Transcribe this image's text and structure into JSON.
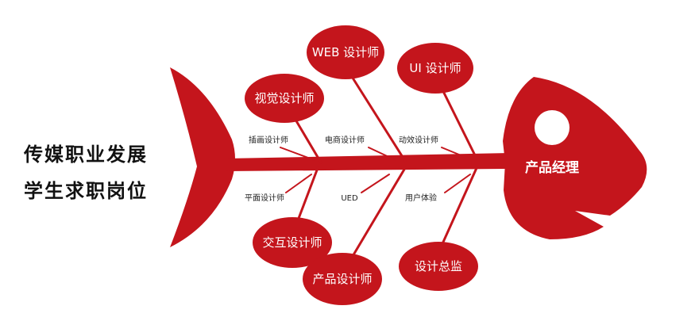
{
  "title": {
    "line1": "传媒职业发展",
    "line2": "学生求职岗位"
  },
  "colors": {
    "fish": "#c4151c",
    "text_dark": "#111111",
    "text_white": "#ffffff"
  },
  "head": {
    "label": "产品经理"
  },
  "nodes": {
    "web": "WEB 设计师",
    "ui": "UI 设计师",
    "visual": "视觉设计师",
    "interaction": "交互设计师",
    "product": "产品设计师",
    "director": "设计总监"
  },
  "branches": {
    "illustration": "插画设计师",
    "ecommerce": "电商设计师",
    "motion": "动效设计师",
    "graphic": "平面设计师",
    "ued": "UED",
    "ux": "用户体验"
  }
}
